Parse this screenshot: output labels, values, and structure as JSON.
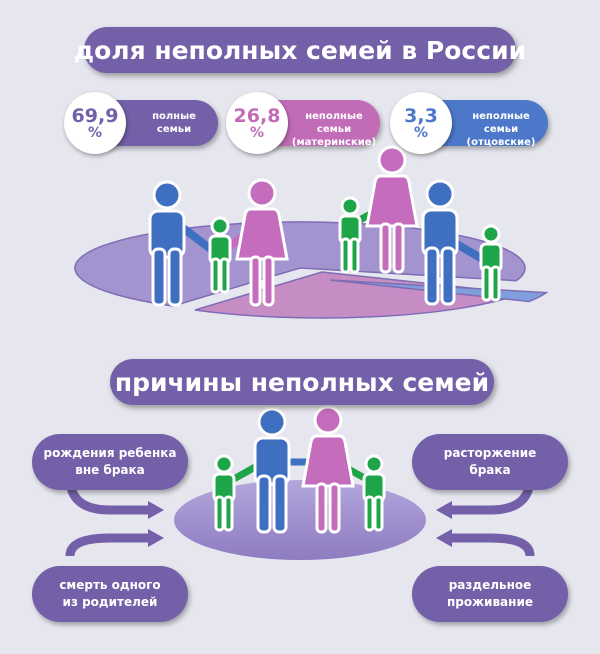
{
  "titles": {
    "share": "доля неполных семей в России",
    "causes": "причины неполных семей"
  },
  "stats": [
    {
      "value": "69,9",
      "unit": "%",
      "label": "полные\nсемьи",
      "color": "#7360a8"
    },
    {
      "value": "26,8",
      "unit": "%",
      "label": "неполные семьи\n(материнские)",
      "color": "#c26cb8"
    },
    {
      "value": "3,3",
      "unit": "%",
      "label": "неполные семьи\n(отцовские)",
      "color": "#4d78c9"
    }
  ],
  "chart_data": {
    "type": "pie",
    "categories": [
      "полные семьи",
      "неполные семьи (материнские)",
      "неполные семьи (отцовские)"
    ],
    "values": [
      69.9,
      26.8,
      3.3
    ],
    "unit": "%",
    "colors": [
      "#a393cf",
      "#c68cc4",
      "#7f9edb"
    ]
  },
  "causes": {
    "top_left": "рождения ребенка\nвне брака",
    "bottom_left": "смерть одного\nиз родителей",
    "top_right": "расторжение\nбрака",
    "bottom_right": "раздельное\nпроживание"
  },
  "colors": {
    "background": "#e6e6ef",
    "pill": "#7360a8",
    "man": "#3f6fc0",
    "woman": "#c66cbd",
    "child": "#1fa549",
    "disc": "#a393cf"
  }
}
